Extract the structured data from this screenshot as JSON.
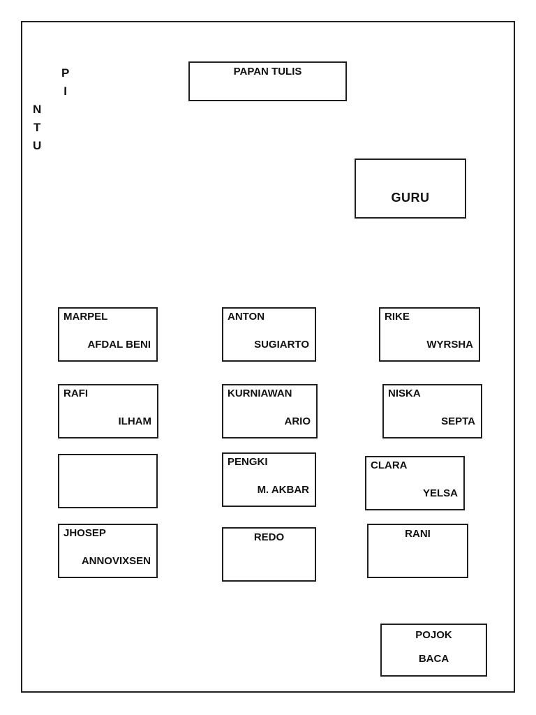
{
  "colors": {
    "background": "#ffffff",
    "border": "#1f1f1f",
    "text": "#111111"
  },
  "door": {
    "word": "PINTU",
    "top_letters": "P\nI",
    "bottom_letters": "N\nT\nU"
  },
  "board": {
    "label": "PAPAN TULIS"
  },
  "teacher_desk": {
    "label": "GURU"
  },
  "desks": [
    {
      "line1": "MARPEL",
      "line2": "AFDAL BENI"
    },
    {
      "line1": "ANTON",
      "line2": "SUGIARTO"
    },
    {
      "line1": "RIKE",
      "line2": "WYRSHA"
    },
    {
      "line1": "RAFI",
      "line2": "ILHAM"
    },
    {
      "line1": "KURNIAWAN",
      "line2": "ARIO"
    },
    {
      "line1": "NISKA",
      "line2": "SEPTA"
    },
    {
      "line1": "",
      "line2": ""
    },
    {
      "line1": "PENGKI",
      "line2": "M. AKBAR"
    },
    {
      "line1": "CLARA",
      "line2": "YELSA"
    },
    {
      "line1": "JHOSEP",
      "line2": "ANNOVIXSEN"
    },
    {
      "line1": "REDO",
      "line2": ""
    },
    {
      "line1": "RANI",
      "line2": ""
    }
  ],
  "reading_corner": {
    "line1": "POJOK",
    "line2": "BACA"
  }
}
